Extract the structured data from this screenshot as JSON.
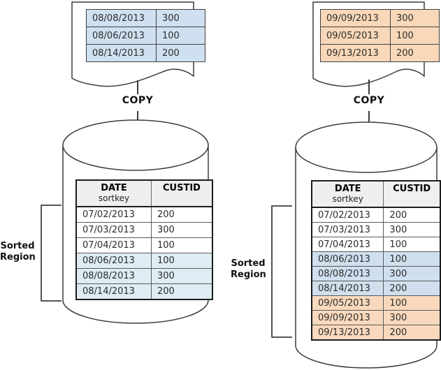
{
  "colors": {
    "source_blue": "#cfe0f0",
    "source_orange": "#f8d8b8",
    "sorted_blue_light": "#ddedf3",
    "sorted_blue": "#cfdfee",
    "sorted_orange": "#f9d9bd",
    "header_gray": "#efefef",
    "line": "#3c3c3c"
  },
  "left": {
    "copy_label": "COPY",
    "sorted_region_label": "Sorted Region",
    "source": {
      "rows": [
        {
          "cells": [
            "08/08/2013",
            "300"
          ],
          "highlight": "doc-blue"
        },
        {
          "cells": [
            "08/06/2013",
            "100"
          ],
          "highlight": "doc-blue"
        },
        {
          "cells": [
            "08/14/2013",
            "200"
          ],
          "highlight": "doc-blue"
        }
      ]
    },
    "table": {
      "header": {
        "date": "DATE",
        "sortkey": "sortkey",
        "custid": "CUSTID"
      },
      "rows": [
        {
          "cells": [
            "07/02/2013",
            "200"
          ],
          "highlight": "none"
        },
        {
          "cells": [
            "07/03/2013",
            "300"
          ],
          "highlight": "none"
        },
        {
          "cells": [
            "07/04/2013",
            "100"
          ],
          "highlight": "none"
        },
        {
          "cells": [
            "08/06/2013",
            "100"
          ],
          "highlight": "blue-light"
        },
        {
          "cells": [
            "08/08/2013",
            "300"
          ],
          "highlight": "blue-light"
        },
        {
          "cells": [
            "08/14/2013",
            "200"
          ],
          "highlight": "blue-light"
        }
      ]
    }
  },
  "right": {
    "copy_label": "COPY",
    "sorted_region_label": "Sorted Region",
    "source": {
      "rows": [
        {
          "cells": [
            "09/09/2013",
            "300"
          ],
          "highlight": "doc-orange"
        },
        {
          "cells": [
            "09/05/2013",
            "100"
          ],
          "highlight": "doc-orange"
        },
        {
          "cells": [
            "09/13/2013",
            "200"
          ],
          "highlight": "doc-orange"
        }
      ]
    },
    "table": {
      "header": {
        "date": "DATE",
        "sortkey": "sortkey",
        "custid": "CUSTID"
      },
      "rows": [
        {
          "cells": [
            "07/02/2013",
            "200"
          ],
          "highlight": "none"
        },
        {
          "cells": [
            "07/03/2013",
            "300"
          ],
          "highlight": "none"
        },
        {
          "cells": [
            "07/04/2013",
            "100"
          ],
          "highlight": "none"
        },
        {
          "cells": [
            "08/06/2013",
            "100"
          ],
          "highlight": "blue"
        },
        {
          "cells": [
            "08/08/2013",
            "300"
          ],
          "highlight": "blue"
        },
        {
          "cells": [
            "08/14/2013",
            "200"
          ],
          "highlight": "blue"
        },
        {
          "cells": [
            "09/05/2013",
            "100"
          ],
          "highlight": "orange"
        },
        {
          "cells": [
            "09/09/2013",
            "300"
          ],
          "highlight": "orange"
        },
        {
          "cells": [
            "09/13/2013",
            "200"
          ],
          "highlight": "orange"
        }
      ]
    }
  }
}
